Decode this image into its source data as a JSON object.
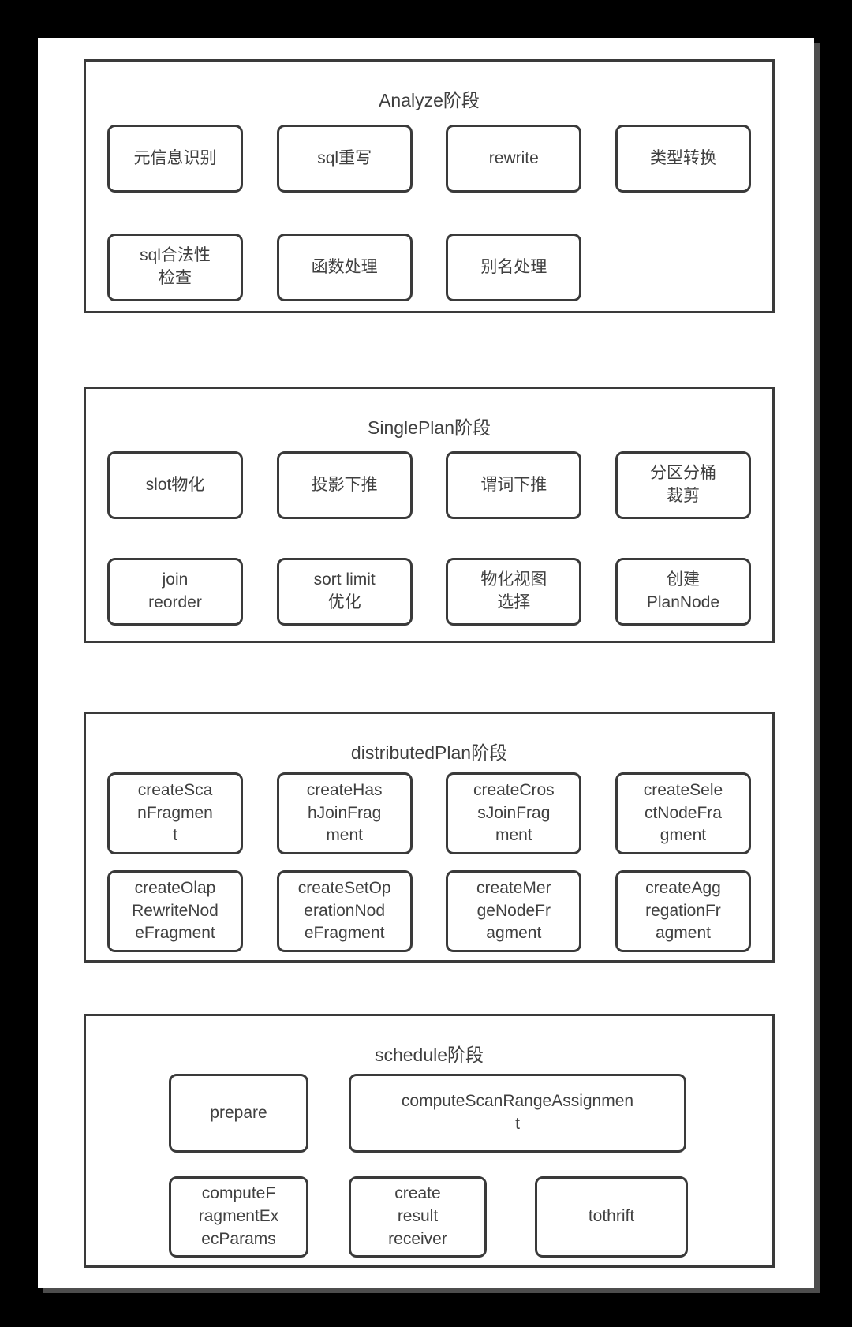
{
  "page": {
    "background_color": "#000000",
    "surface_color": "#ffffff",
    "border_color": "#3a3a3a",
    "text_color": "#404040"
  },
  "stages": [
    {
      "title": "Analyze阶段",
      "boxes": [
        "元信息识别",
        "sql重写",
        "rewrite",
        "类型转换",
        "sql合法性\n检查",
        "函数处理",
        "别名处理"
      ]
    },
    {
      "title": "SinglePlan阶段",
      "boxes": [
        "slot物化",
        "投影下推",
        "谓词下推",
        "分区分桶\n裁剪",
        "join\nreorder",
        "sort limit\n优化",
        "物化视图\n选择",
        "创建\nPlanNode"
      ]
    },
    {
      "title": "distributedPlan阶段",
      "boxes": [
        "createSca\nnFragmen\nt",
        "createHas\nhJoinFrag\nment",
        "createCros\nsJoinFrag\nment",
        "createSele\nctNodeFra\ngment",
        "createOlap\nRewriteNod\neFragment",
        "createSetOp\nerationNod\neFragment",
        "createMer\ngeNodeFr\nagment",
        "createAgg\nregationFr\nagment"
      ]
    },
    {
      "title": "schedule阶段",
      "boxes": [
        "prepare",
        "computeScanRangeAssignmen\nt",
        "computeF\nragmentEx\necParams",
        "create\nresult\nreceiver",
        "tothrift"
      ]
    }
  ]
}
